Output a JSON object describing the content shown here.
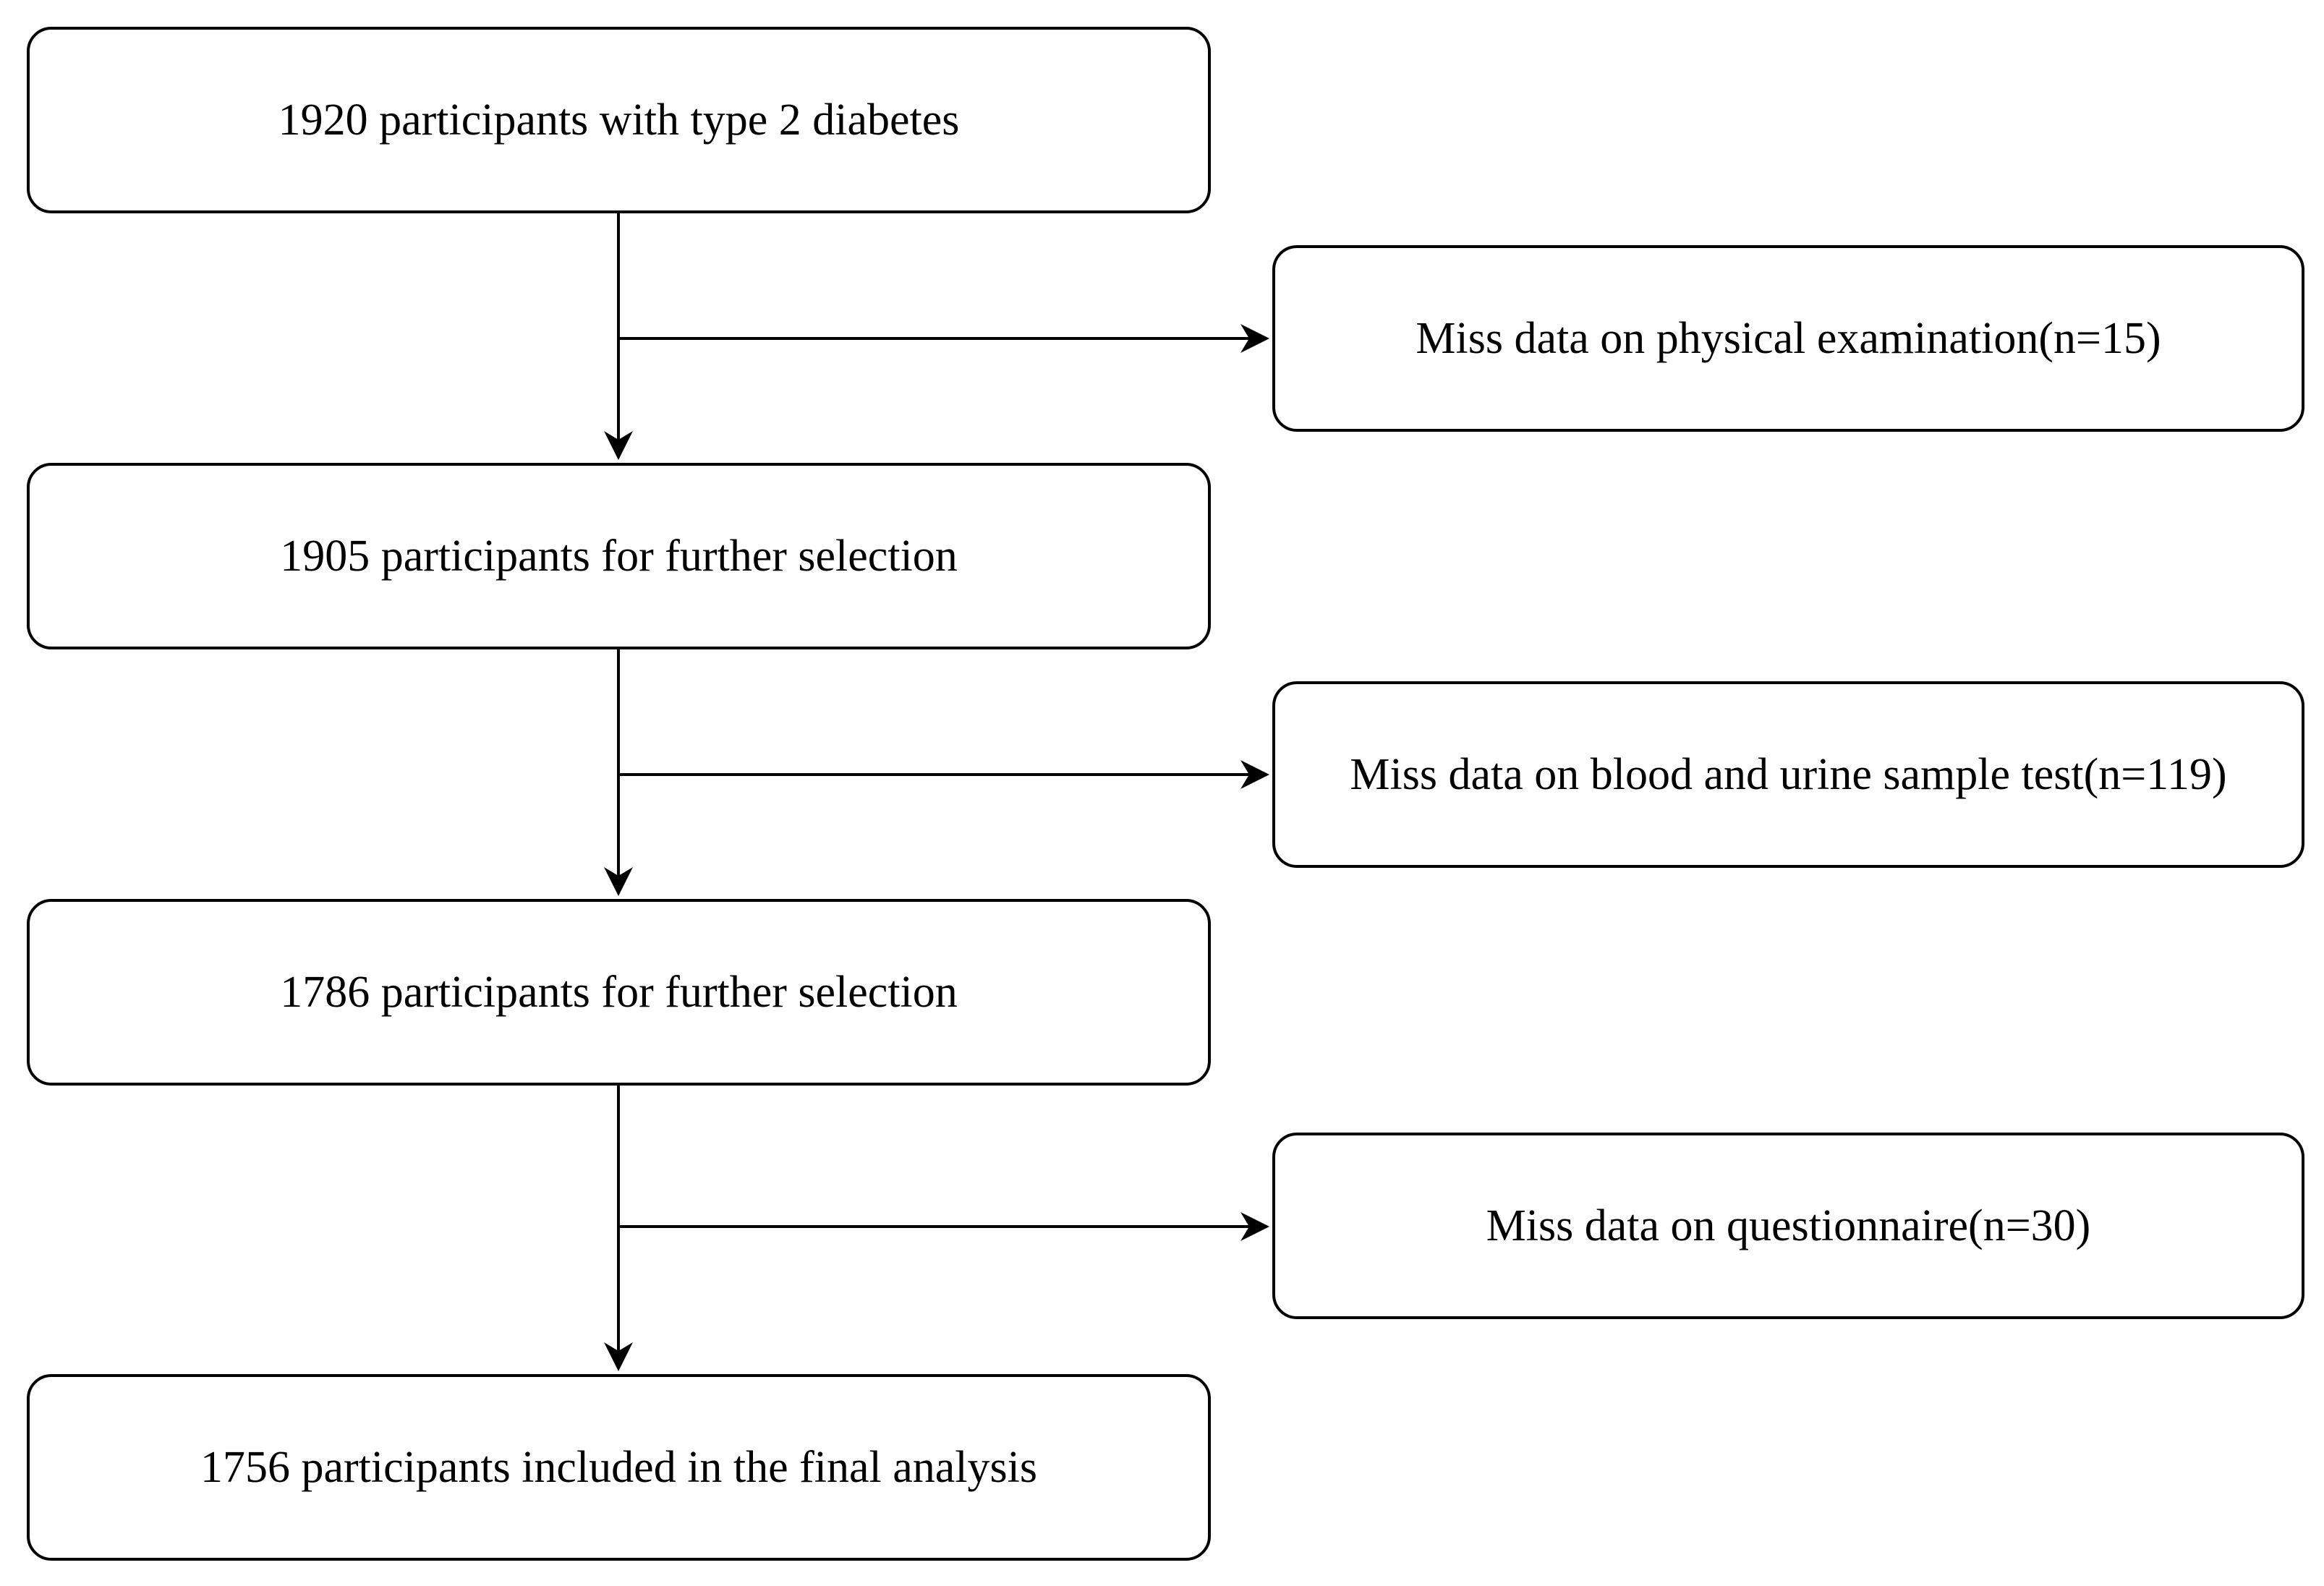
{
  "flowchart": {
    "main_steps": [
      {
        "text": "1920 participants with type 2 diabetes"
      },
      {
        "text": "1905 participants for further selection"
      },
      {
        "text": "1786 participants for further selection"
      },
      {
        "text": "1756 participants included in the final analysis"
      }
    ],
    "exclusions": [
      {
        "text": "Miss data on physical examination(n=15)"
      },
      {
        "text": "Miss data on blood and urine sample test(n=119)"
      },
      {
        "text": "Miss data on questionnaire(n=30)"
      }
    ]
  },
  "colors": {
    "line": "#000000",
    "box_fill": "#ffffff",
    "background": "#ffffff"
  }
}
